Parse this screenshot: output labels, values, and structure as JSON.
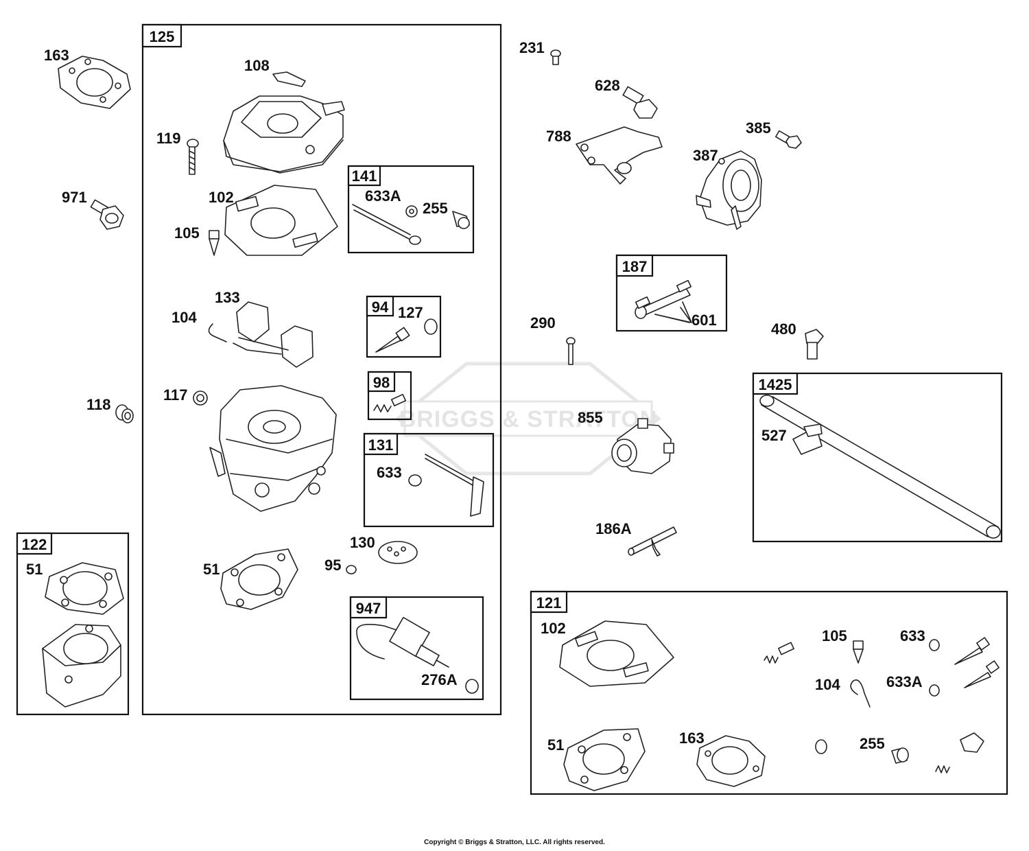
{
  "watermark": "BRIGGS & STRATTON",
  "copyright": "Copyright © Briggs & Stratton, LLC. All rights reserved.",
  "boxes": {
    "b125": "125",
    "b141": "141",
    "b94": "94",
    "b98": "98",
    "b131": "131",
    "b947": "947",
    "b122": "122",
    "b187": "187",
    "b1425": "1425",
    "b121": "121"
  },
  "labels": {
    "p163_top": "163",
    "p971": "971",
    "p118": "118",
    "p51_122": "51",
    "p108": "108",
    "p119": "119",
    "p102": "102",
    "p105": "105",
    "p633A_141": "633A",
    "p255_141": "255",
    "p133": "133",
    "p104": "104",
    "p127": "127",
    "p117": "117",
    "p633_131": "633",
    "p130": "130",
    "p51_125": "51",
    "p95": "95",
    "p276A": "276A",
    "p231": "231",
    "p628": "628",
    "p788": "788",
    "p385": "385",
    "p387": "387",
    "p601": "601",
    "p290": "290",
    "p480": "480",
    "p855": "855",
    "p186A": "186A",
    "p527": "527",
    "p102_121": "102",
    "p105_121": "105",
    "p633_121": "633",
    "p104_121": "104",
    "p633A_121": "633A",
    "p51_121": "51",
    "p163_121": "163",
    "p255_121": "255"
  }
}
